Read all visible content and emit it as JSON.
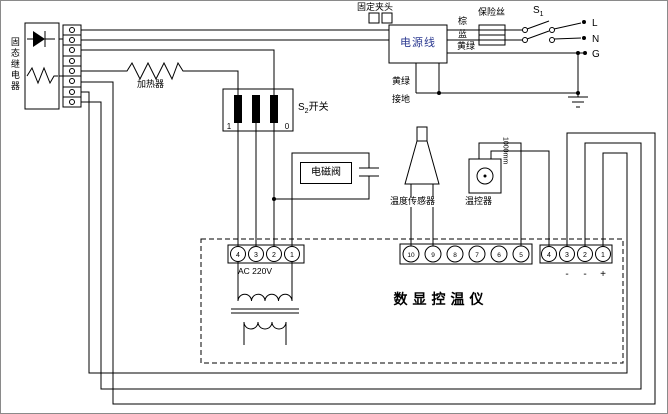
{
  "power": {
    "clamp": "固定夹头",
    "cord": "电源线",
    "fuse": "保险丝",
    "brown": "棕",
    "blue": "蓝",
    "yellow_green": "黄绿",
    "l": "L",
    "n": "N",
    "g": "G",
    "ground_yellow_green": "黄绿",
    "ground": "接地",
    "s1": {
      "name": "S",
      "sub": "1"
    }
  },
  "left": {
    "relay": "固态继电器",
    "heater": "加热器",
    "s2": {
      "name": "S",
      "sub": "2",
      "suffix": "开关",
      "on": "1",
      "off": "0"
    }
  },
  "middle": {
    "solenoid": "电磁阀",
    "sensor": "温度传感器",
    "thermostat": "温控器",
    "lead": "1000mm"
  },
  "controller": {
    "title": "数显控温仪",
    "ac": "AC 220V",
    "left_strip": [
      "4",
      "3",
      "2",
      "1"
    ],
    "strip_a": [
      "10",
      "9",
      "8",
      "7",
      "6",
      "5"
    ],
    "strip_b": [
      "4",
      "3",
      "2",
      "1"
    ],
    "signs": [
      "",
      "-",
      "-",
      "+"
    ]
  }
}
